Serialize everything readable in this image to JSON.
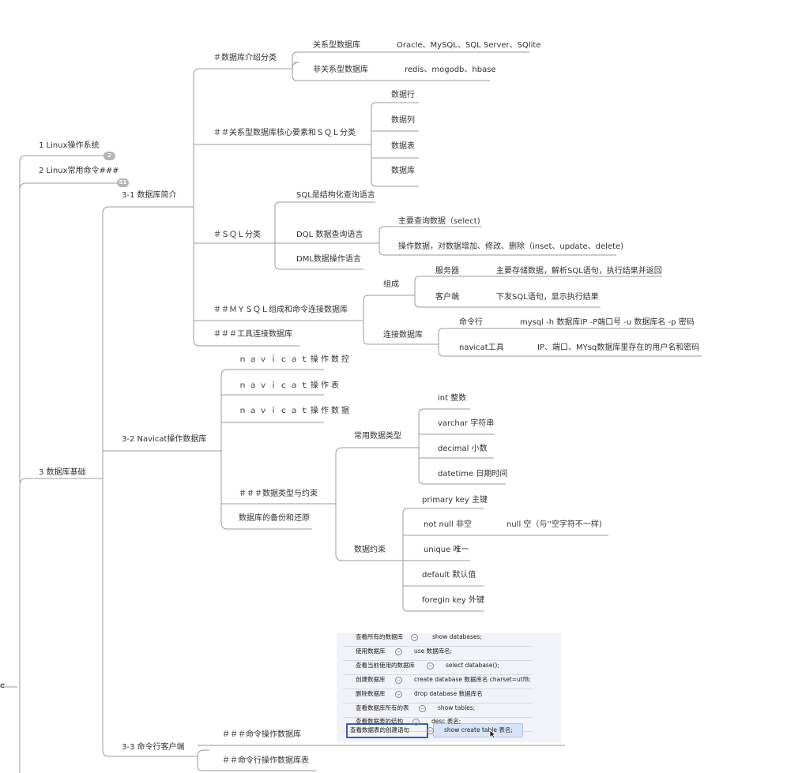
{
  "colors": {
    "line": "#9b9b9b",
    "badge": "#b5b5b5",
    "panel": "#f2f3f8",
    "highlight_border": "#3a5bb0",
    "highlight_fill": "#d7e4f6"
  },
  "root": {
    "label": "e"
  },
  "topics": {
    "linux_os": "1 Linux操作系统",
    "linux_cmd": "2 Linux常用命令###",
    "db_basics": "3 数据库基础",
    "badge_1": "2",
    "badge_2": "51"
  },
  "db_intro": {
    "label": "3-1 数据库简介",
    "intro_classify": "＃数据库介绍分类",
    "relational": "关系型数据库",
    "relational_ex": "Oracle、MySQL、SQL Server、SQlite",
    "nonrelational": "非关系型数据库",
    "nonrelational_ex": "redis、mogodb、hbase",
    "core_elements": "＃＃关系型数据库核心要素和ＳＱＬ分类",
    "row": "数据行",
    "col": "数据列",
    "table": "数据表",
    "db": "数据库",
    "sql_classify": "＃ＳＱＬ分类",
    "sql_struct": "SQL是结构化查询语言",
    "dql": "DQL 数据查询语言",
    "dml": "DML数据操作语言",
    "dql_main": "主要查询数据（select)",
    "dml_ops": "操作数据，对数据增加、修改、删除（inset、update、delete)",
    "mysql_conn": "＃＃ＭＹＳＱＬ组成和命令连接数据库",
    "compose": "组成",
    "server": "服务器",
    "server_desc": "主要存储数据，解析SQL语句，执行结果并返回",
    "client": "客户端",
    "client_desc": "下发SQL语句，显示执行结果",
    "connect": "连接数据库",
    "cmdline": "命令行",
    "cmdline_desc": "mysql -h 数据库IP  -P端口号 -u 数据库名 -p 密码",
    "navicat_tool": "navicat工具",
    "navicat_desc": "IP、端口、MYsq数据库里存在的用户名和密码",
    "tool_conn": "＃＃＃工具连接数据库"
  },
  "navicat": {
    "label": "3-2 Navicat操作数据库",
    "op_db": "ｎａｖｉｃａｔ操作数控",
    "op_table": "ｎａｖｉｃａｔ操作表",
    "op_data": "ｎａｖｉｃａｔ操作数据",
    "types_constraints": "＃＃＃数据类型与约束",
    "backup": "数据库的备份和还原",
    "common_types": "常用数据类型",
    "t_int": "int 整数",
    "t_varchar": "varchar 字符串",
    "t_decimal": "decimal 小数",
    "t_datetime": "datetime 日期时间",
    "constraints": "数据约束",
    "c_pk": "primary key 主键",
    "c_notnull": "not null 非空",
    "c_null_note": "null 空（与''空字符不一样)",
    "c_unique": "unique 唯一",
    "c_default": "default 默认值",
    "c_fk": "foregin key 外键"
  },
  "cmdclient": {
    "label": "3-3 命令行客户端",
    "cmd_db": "＃＃＃命令操作数据库",
    "cmd_table": "＃＃命令行操作数据库表"
  },
  "sql_panel": {
    "rows": [
      {
        "label": "查看所有的数据库",
        "cmd": "show databases;"
      },
      {
        "label": "使用数据库",
        "cmd": "use  数据库名;"
      },
      {
        "label": "查看当前使用的数据库",
        "cmd": "select database();"
      },
      {
        "label": "创建数据库",
        "cmd": "create database 数据库名 charset=utf8;"
      },
      {
        "label": "删除数据库",
        "cmd": "drop database 数据库名"
      },
      {
        "label": "查看数据库所有的表",
        "cmd": "show tables;"
      },
      {
        "label": "查看数据表的结构",
        "cmd": "desc  表名;"
      },
      {
        "label": "查看数据表的创建语句",
        "cmd": "show create table 表名;"
      }
    ],
    "collapse_symbol": "−"
  }
}
